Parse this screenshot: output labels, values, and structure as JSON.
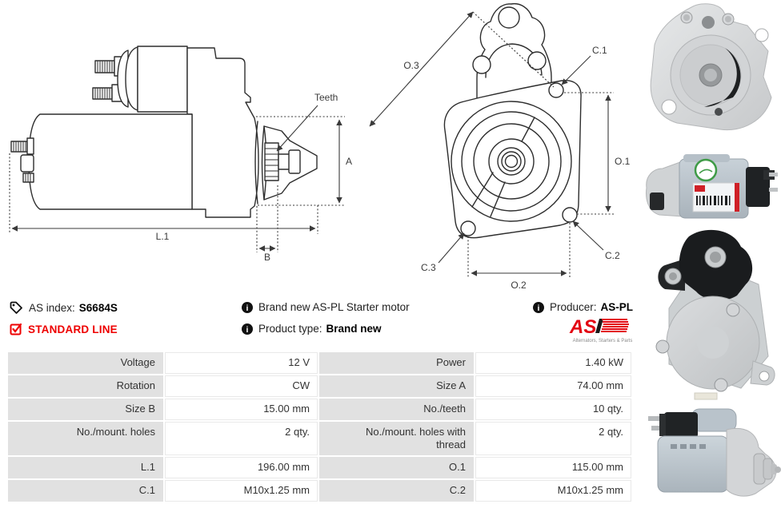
{
  "side_diagram": {
    "teeth_label": "Teeth",
    "dim_a": "A",
    "dim_l1": "L.1",
    "dim_b": "B"
  },
  "front_diagram": {
    "dim_o3": "O.3",
    "dim_c1": "C.1",
    "dim_o1": "O.1",
    "dim_c2": "C.2",
    "dim_c3": "C.3",
    "dim_o2": "O.2"
  },
  "info_bar": {
    "as_index_label": "AS index:",
    "as_index_value": "S6684S",
    "line_badge": "STANDARD LINE",
    "description": "Brand new AS-PL Starter motor",
    "product_type_label": "Product type:",
    "product_type_value": "Brand new",
    "producer_label": "Producer:",
    "producer_value": "AS-PL"
  },
  "brand_logo": {
    "text": "AS",
    "tagline": "Alternators, Starters & Parts"
  },
  "icons": {
    "as_index": "tag-icon",
    "standard_line": "checkbox-checked-icon",
    "description": "info-icon",
    "product_type": "info-icon",
    "producer": "info-icon"
  },
  "colors": {
    "badge_red": "#ee0000",
    "logo_red": "#e30613",
    "table_label_bg": "#e1e1e1",
    "diagram_line": "#2d2d2d",
    "dimension_line": "#3a3a3a"
  },
  "spec_table": {
    "rows": [
      {
        "left_label": "Voltage",
        "left_value": "12 V",
        "right_label": "Power",
        "right_value": "1.40 kW"
      },
      {
        "left_label": "Rotation",
        "left_value": "CW",
        "right_label": "Size A",
        "right_value": "74.00 mm"
      },
      {
        "left_label": "Size B",
        "left_value": "15.00 mm",
        "right_label": "No./teeth",
        "right_value": "10 qty."
      },
      {
        "left_label": "No./mount. holes",
        "left_value": "2 qty.",
        "right_label": "No./mount. holes with thread",
        "right_value": "2 qty."
      },
      {
        "left_label": "L.1",
        "left_value": "196.00 mm",
        "right_label": "O.1",
        "right_value": "115.00 mm"
      },
      {
        "left_label": "C.1",
        "left_value": "M10x1.25 mm",
        "right_label": "C.2",
        "right_value": "M10x1.25 mm"
      }
    ]
  },
  "photos": {
    "items": [
      "starter-front-view",
      "starter-side-view-label",
      "starter-rear-view",
      "starter-side-view-pinion"
    ]
  }
}
